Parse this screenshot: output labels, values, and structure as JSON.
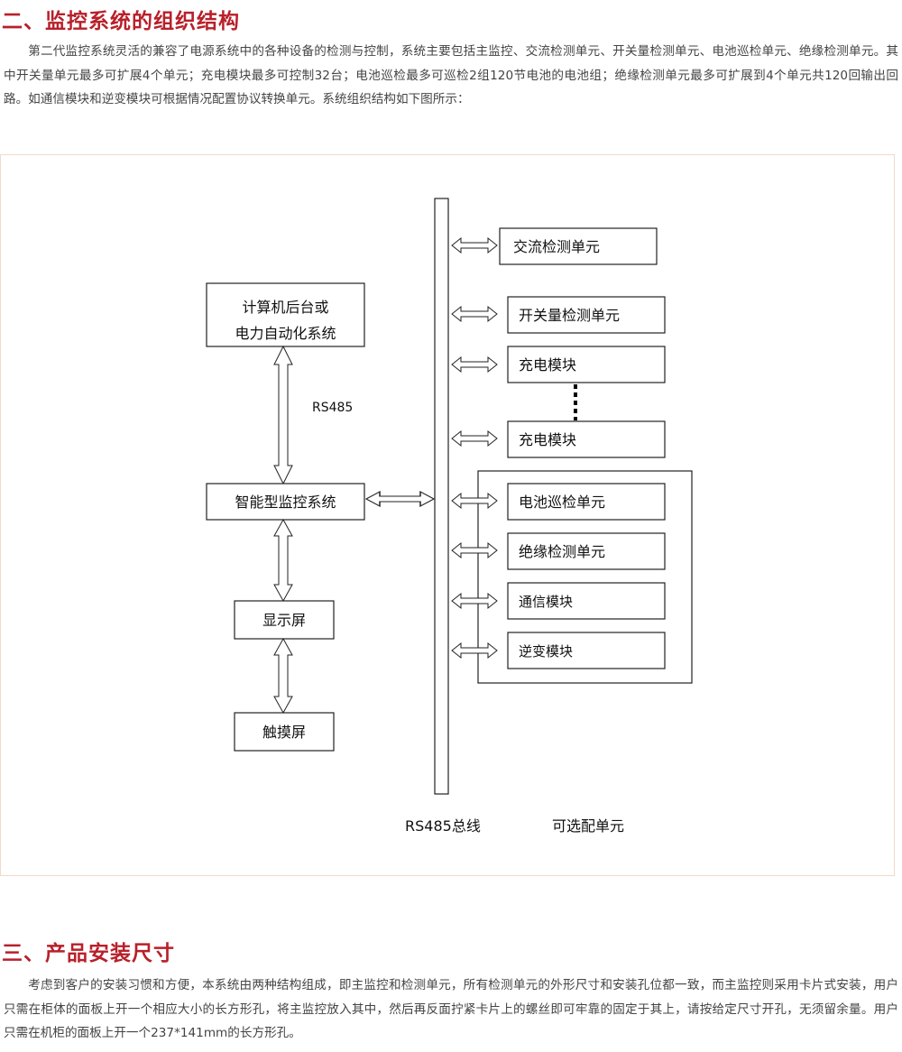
{
  "section2": {
    "title": "二、监控系统的组织结构",
    "paragraph": "第二代监控系统灵活的兼容了电源系统中的各种设备的检测与控制，系统主要包括主监控、交流检测单元、开关量检测单元、电池巡检单元、绝缘检测单元。其中开关量单元最多可扩展4个单元；充电模块最多可控制32台；电池巡检最多可巡检2组120节电池的电池组；绝缘检测单元最多可扩展到4个单元共120回输出回路。如通信模块和逆变模块可根据情况配置协议转换单元。系统组织结构如下图所示："
  },
  "diagram": {
    "left_boxes": {
      "computer_line1": "计算机后台或",
      "computer_line2": "电力自动化系统",
      "smart_monitor": "智能型监控系统",
      "display": "显示屏",
      "touch": "触摸屏"
    },
    "rs485_label": "RS485",
    "right_boxes": {
      "ac_detect": "交流检测单元",
      "switch_detect": "开关量检测单元",
      "charge1": "充电模块",
      "charge2": "充电模块",
      "battery": "电池巡检单元",
      "insulation": "绝缘检测单元",
      "comm": "通信模块",
      "inverter": "逆变模块"
    },
    "bus_label": "RS485总线",
    "optional_label": "可选配单元"
  },
  "section3": {
    "title": "三、产品安装尺寸",
    "paragraph": "考虑到客户的安装习惯和方便，本系统由两种结构组成，即主监控和检测单元，所有检测单元的外形尺寸和安装孔位都一致，而主监控则采用卡片式安装，用户只需在柜体的面板上开一个相应大小的长方形孔，将主监控放入其中，然后再反面拧紧卡片上的螺丝即可牢靠的固定于其上，请按给定尺寸开孔，无须留余量。用户只需在机柜的面板上开一个237*141mm的长方形孔。"
  }
}
